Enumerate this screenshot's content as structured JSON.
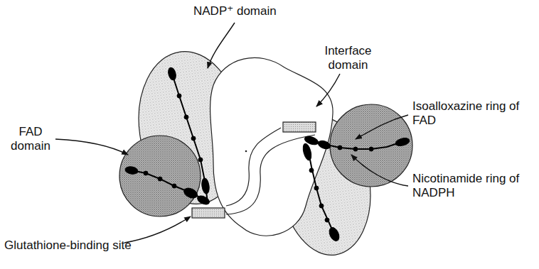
{
  "diagram": {
    "labels": [
      "NADP⁺ domain",
      "FAD domain",
      "Interface domain",
      "Isoalloxazine ring of FAD",
      "Nicotinamide ring of NADPH",
      "Glutathione-binding site"
    ]
  }
}
